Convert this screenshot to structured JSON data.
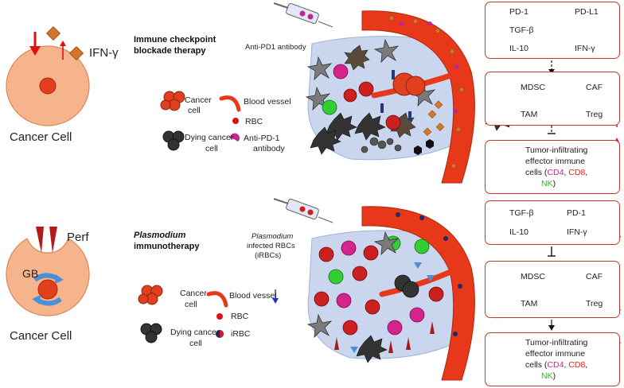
{
  "top_panel": {
    "cell_label": "Cancer Cell",
    "ifn_label": "IFN-γ",
    "title_line1": "Immune checkpoint",
    "title_line2": "blockade therapy",
    "drug_label": "Anti-PD1 antibody",
    "legend": {
      "cancer_cell": "Cancer",
      "cancer_cell_2": "cell",
      "blood_vessel": "Blood vessel",
      "rbc": "RBC",
      "dying_cancer": "Dying cancer",
      "dying_cancer_2": "cell",
      "antibody": "Anti-PD-1",
      "antibody_2": "antibody"
    },
    "box1": {
      "pd1": "PD-1",
      "pdl1": "PD-L1",
      "tgfb": "TGF-β",
      "il10": "IL-10",
      "ifng": "IFN-γ"
    },
    "box2": {
      "mdsc": "MDSC",
      "caf": "CAF",
      "tam": "TAM",
      "treg": "Treg"
    },
    "box3": {
      "line1": "Tumor-infiltrating",
      "line2": "effector immune",
      "line3_pre": "cells (",
      "cd4": "CD4",
      "sep1": ", ",
      "cd8": "CD8",
      "sep2": ",",
      "nk": "NK",
      "close": ")"
    }
  },
  "bottom_panel": {
    "cell_label": "Cancer Cell",
    "perf_label": "Perf",
    "gb_label": "GB",
    "title_line1": "Plasmodium",
    "title_line2": "immunotherapy",
    "drug_line1": "Plasmodium",
    "drug_line2": "infected RBCs",
    "drug_line3": "(iRBCs)",
    "legend": {
      "cancer_cell": "Cancer",
      "cancer_cell_2": "cell",
      "blood_vessel": "Blood vessel",
      "rbc": "RBC",
      "dying_cancer": "Dying cancer",
      "dying_cancer_2": "cell",
      "irbc": "iRBC"
    },
    "box1": {
      "tgfb": "TGF-β",
      "pd1": "PD-1",
      "il10": "IL-10",
      "ifng": "IFN-γ"
    },
    "box2": {
      "mdsc": "MDSC",
      "caf": "CAF",
      "tam": "TAM",
      "treg": "Treg"
    },
    "box3": {
      "line1": "Tumor-infiltrating",
      "line2": "effector immune",
      "line3_pre": "cells (",
      "cd4": "CD4",
      "sep1": ", ",
      "cd8": "CD8",
      "sep2": ",",
      "nk": "NK",
      "close": ")"
    }
  },
  "colors": {
    "cancer_cell_fill": "#f6b48c",
    "nucleus": "#e0401e",
    "box_border": "#c0392b",
    "up_arrow": "#e01010",
    "down_arrow": "#1a2fd0",
    "vessel": "#e8381a",
    "tme": "#c9d6ee",
    "cd4": "#d4238a",
    "cd8": "#e22222",
    "nk": "#2bb52b"
  }
}
